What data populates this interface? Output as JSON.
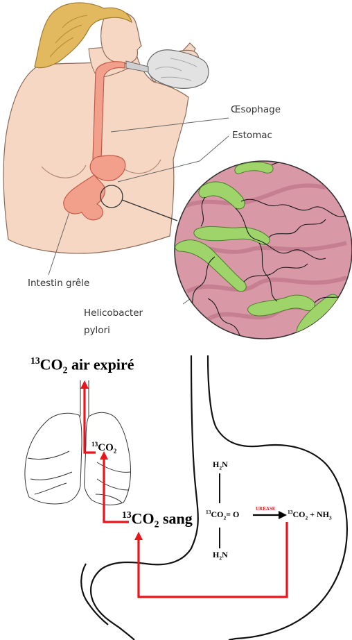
{
  "anatomy": {
    "labels": {
      "oesophagus": "Œsophage",
      "stomach": "Estomac",
      "small_intestine": "Intestin grêle",
      "bacterium_line1": "Helicobacter",
      "bacterium_line2": "pylori"
    }
  },
  "breath_test": {
    "exhaled": {
      "sup": "13",
      "main": "CO",
      "sub": "2",
      "rest": " air expiré"
    },
    "lungs": {
      "sup": "13",
      "main": "CO",
      "sub": "2"
    },
    "blood": {
      "sup": "13",
      "main": "CO",
      "sub": "2",
      "rest": " sang"
    },
    "reaction": {
      "amine_top": {
        "main": "H",
        "sub": "2",
        "rest": "N"
      },
      "amine_bottom": {
        "main": "H",
        "sub": "2",
        "rest": "N"
      },
      "substrate": {
        "sup": "13",
        "main": "CO",
        "sub": "2",
        "rest": "= O"
      },
      "enzyme": "UREASE",
      "products": {
        "sup": "13",
        "main": "CO",
        "sub": "2",
        "rest": " + NH",
        "sub2": "3"
      }
    },
    "colors": {
      "arrow": "#e8161c",
      "enzyme_text": "#e8161c",
      "bacteria_fill": "#9fd46a",
      "tissue_fill": "#d998a6",
      "skin_fill": "#f6d7c3",
      "hair_fill": "#e3b95f",
      "organ_fill": "#f2a08c"
    }
  }
}
